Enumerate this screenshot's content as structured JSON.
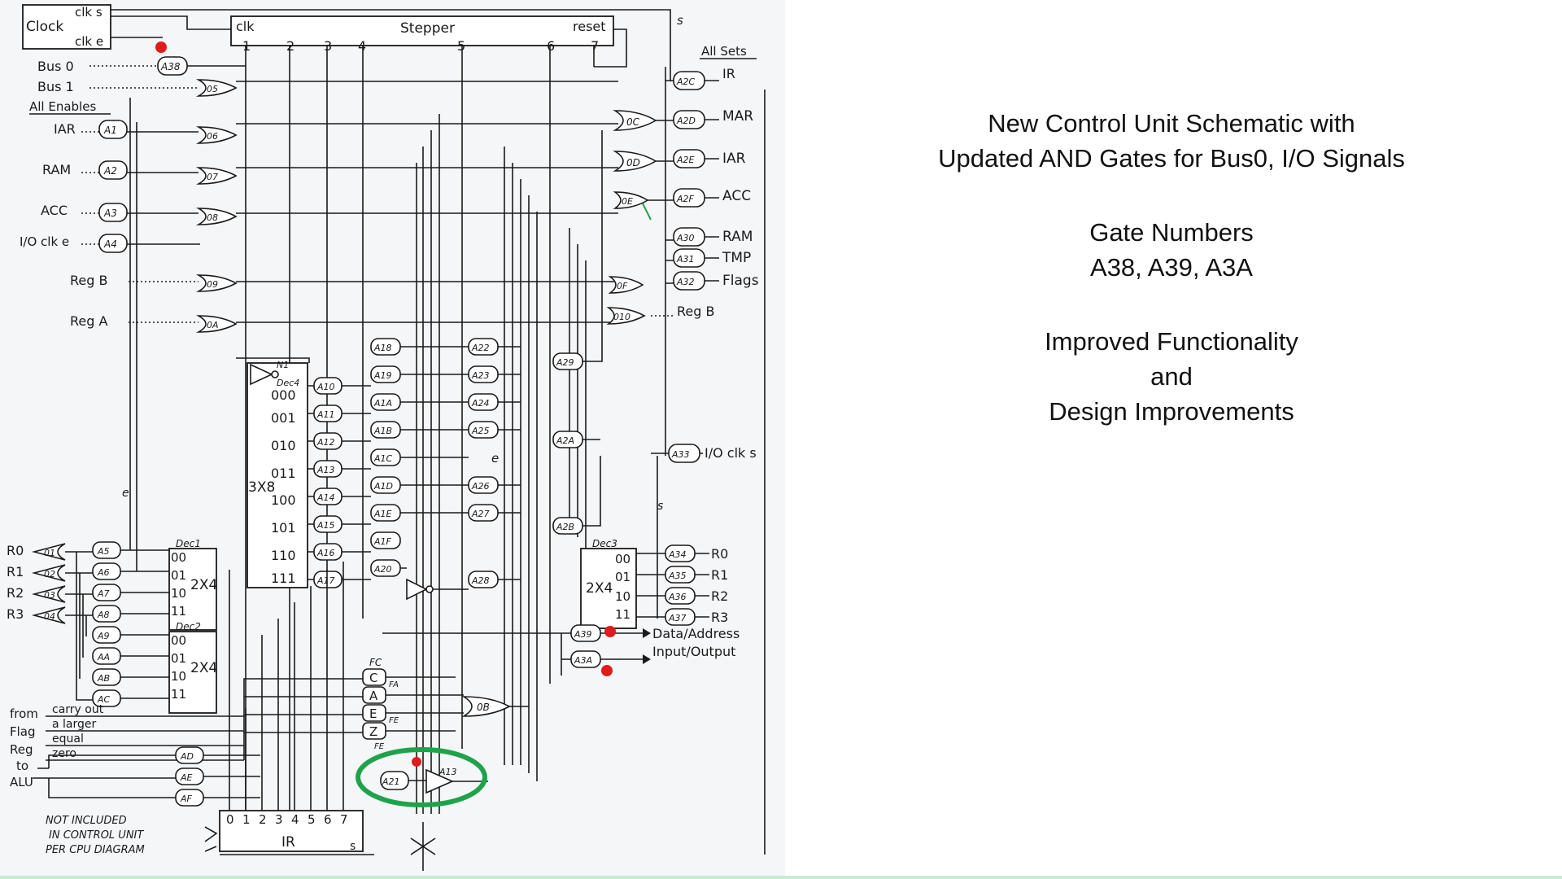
{
  "colors": {
    "background": "#ffffff",
    "schematic_paper": "#f4f6f8",
    "highlight_ring": "#1fa34a",
    "marker_dot": "#e01b1b",
    "bottom_strip": "#c9ecd0"
  },
  "text": {
    "title_line1": "New Control Unit Schematic with",
    "title_line2": "Updated AND Gates for Bus0, I/O Signals",
    "gates_heading": "Gate Numbers",
    "gates_list": "A38, A39, A3A",
    "improve_line1": "Improved Functionality",
    "improve_line2": "and",
    "improve_line3": "Design Improvements"
  },
  "schematic": {
    "clock": {
      "label": "Clock",
      "clk_s": "clk s",
      "clk_e": "clk e"
    },
    "stepper": {
      "label": "Stepper",
      "clk": "clk",
      "reset": "reset",
      "steps": [
        "1",
        "2",
        "3",
        "4",
        "5",
        "6",
        "7"
      ]
    },
    "left_signals": [
      "Bus 0",
      "Bus 1",
      "All Enables",
      "IAR",
      "RAM",
      "ACC",
      "I/O clk e",
      "Reg B",
      "Reg A"
    ],
    "right_signals": [
      "All Sets",
      "IR",
      "MAR",
      "IAR",
      "ACC",
      "RAM",
      "TMP",
      "Flags",
      "Reg B",
      "I/O clk s"
    ],
    "enable_gates": [
      "A38",
      "A1",
      "A2",
      "A3",
      "A4"
    ],
    "or_gates": [
      "05",
      "06",
      "07",
      "08",
      "09",
      "0A",
      "0C",
      "0D",
      "0E",
      "0F",
      "010",
      "0B"
    ],
    "set_gates": [
      "A2C",
      "A2D",
      "A2E",
      "A2F",
      "A30",
      "A31",
      "A32",
      "A33"
    ],
    "dec4": {
      "label": "Dec4",
      "inverter": "N1",
      "outputs": [
        "000",
        "001",
        "010",
        "011",
        "100",
        "101",
        "110",
        "111"
      ],
      "mode": "3X8"
    },
    "decode_gates": [
      "A10",
      "A11",
      "A12",
      "A13",
      "A14",
      "A15",
      "A16",
      "A17"
    ],
    "mid_gates": [
      "A18",
      "A19",
      "A1A",
      "A1B",
      "A1C",
      "A1D",
      "A1E",
      "A1F",
      "A20"
    ],
    "right_mid_gates": [
      "A22",
      "A23",
      "A24",
      "A25",
      "A26",
      "A27",
      "A28",
      "A29",
      "A2A",
      "A2B"
    ],
    "dec1": {
      "label": "Dec1",
      "outputs": [
        "00",
        "01",
        "10",
        "11"
      ],
      "mode": "2X4"
    },
    "dec2": {
      "label": "Dec2",
      "outputs": [
        "00",
        "01",
        "10",
        "11"
      ],
      "mode": "2X4"
    },
    "dec3": {
      "label": "Dec3",
      "outputs": [
        "00",
        "01",
        "10",
        "11"
      ],
      "mode": "2X4"
    },
    "registers_left": [
      "R0",
      "R1",
      "R2",
      "R3"
    ],
    "register_or": [
      "01",
      "02",
      "03",
      "04"
    ],
    "register_gates": [
      "A5",
      "A6",
      "A7",
      "A8",
      "A9",
      "AA",
      "AB",
      "AC"
    ],
    "registers_right": [
      "R0",
      "R1",
      "R2",
      "R3"
    ],
    "registers_right_gates": [
      "A34",
      "A35",
      "A36",
      "A37"
    ],
    "io_gates": [
      "A39",
      "A3A"
    ],
    "io_labels": [
      "Data/Address",
      "Input/Output"
    ],
    "flags": {
      "fc": "FC",
      "letters": [
        "C",
        "A",
        "E",
        "Z"
      ],
      "fa": "FA",
      "fe": "FE",
      "fz": "FE"
    },
    "flag_labels": [
      "from",
      "Flag",
      "Reg",
      "carry out",
      "a larger",
      "equal",
      "zero"
    ],
    "alu": {
      "to": "to",
      "label": "ALU",
      "gates": [
        "AD",
        "AE",
        "AF"
      ]
    },
    "bottom_gates": {
      "and": "A21",
      "buffer": "A13"
    },
    "ir": {
      "label": "IR",
      "s": "s",
      "bits": [
        "0",
        "1",
        "2",
        "3",
        "4",
        "5",
        "6",
        "7"
      ]
    },
    "note": [
      "NOT INCLUDED",
      "IN CONTROL UNIT",
      "PER CPU DIAGRAM"
    ],
    "stray": {
      "e": "e",
      "s": "s"
    }
  }
}
